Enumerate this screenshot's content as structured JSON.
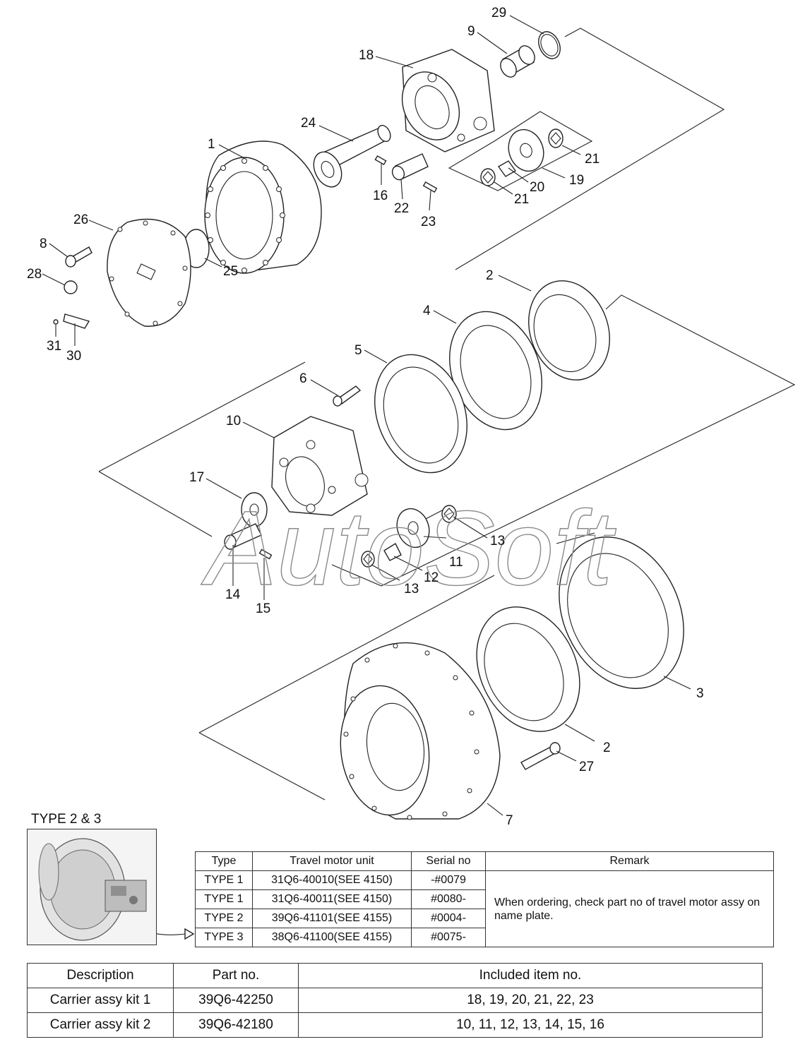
{
  "callouts": [
    {
      "id": "c29",
      "text": "29"
    },
    {
      "id": "c9",
      "text": "9"
    },
    {
      "id": "c18",
      "text": "18"
    },
    {
      "id": "c24",
      "text": "24"
    },
    {
      "id": "c1",
      "text": "1"
    },
    {
      "id": "c21a",
      "text": "21"
    },
    {
      "id": "c19",
      "text": "19"
    },
    {
      "id": "c20",
      "text": "20"
    },
    {
      "id": "c21b",
      "text": "21"
    },
    {
      "id": "c16",
      "text": "16"
    },
    {
      "id": "c22",
      "text": "22"
    },
    {
      "id": "c23",
      "text": "23"
    },
    {
      "id": "c26",
      "text": "26"
    },
    {
      "id": "c8",
      "text": "8"
    },
    {
      "id": "c28",
      "text": "28"
    },
    {
      "id": "c25",
      "text": "25"
    },
    {
      "id": "c31",
      "text": "31"
    },
    {
      "id": "c30",
      "text": "30"
    },
    {
      "id": "c2a",
      "text": "2"
    },
    {
      "id": "c4",
      "text": "4"
    },
    {
      "id": "c5",
      "text": "5"
    },
    {
      "id": "c6",
      "text": "6"
    },
    {
      "id": "c10",
      "text": "10"
    },
    {
      "id": "c17",
      "text": "17"
    },
    {
      "id": "c13a",
      "text": "13"
    },
    {
      "id": "c11",
      "text": "11"
    },
    {
      "id": "c12",
      "text": "12"
    },
    {
      "id": "c13b",
      "text": "13"
    },
    {
      "id": "c14",
      "text": "14"
    },
    {
      "id": "c15",
      "text": "15"
    },
    {
      "id": "c3",
      "text": "3"
    },
    {
      "id": "c2b",
      "text": "2"
    },
    {
      "id": "c27",
      "text": "27"
    },
    {
      "id": "c7",
      "text": "7"
    }
  ],
  "watermark": "AutoSoft",
  "type_caption": "TYPE 2 & 3",
  "type_table": {
    "headers": [
      "Type",
      "Travel motor unit",
      "Serial no",
      "Remark"
    ],
    "rows": [
      [
        "TYPE 1",
        "31Q6-40010(SEE 4150)",
        "-#0079"
      ],
      [
        "TYPE 1",
        "31Q6-40011(SEE 4150)",
        "#0080-"
      ],
      [
        "TYPE 2",
        "39Q6-41101(SEE 4155)",
        "#0004-"
      ],
      [
        "TYPE 3",
        "38Q6-41100(SEE 4155)",
        "#0075-"
      ]
    ],
    "remark": "When ordering, check part no of travel motor assy on name plate."
  },
  "kit_table": {
    "headers": [
      "Description",
      "Part no.",
      "Included item no."
    ],
    "rows": [
      [
        "Carrier assy kit 1",
        "39Q6-42250",
        "18, 19, 20, 21, 22, 23"
      ],
      [
        "Carrier assy kit 2",
        "39Q6-42180",
        "10, 11, 12, 13, 14, 15, 16"
      ]
    ]
  }
}
